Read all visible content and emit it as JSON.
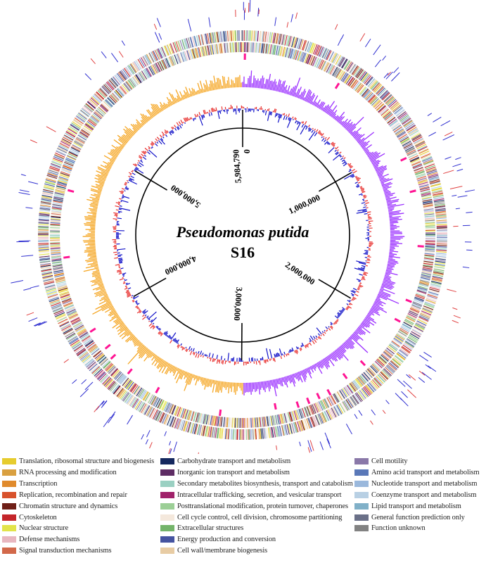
{
  "map": {
    "title_line1": "Pseudomonas putida",
    "title_line2": "S16",
    "genome_length": 5984790,
    "ticks": [
      {
        "position": 0,
        "label": "0"
      },
      {
        "position": 1000000,
        "label": "1,000,000"
      },
      {
        "position": 2000000,
        "label": "2,000,000"
      },
      {
        "position": 3000000,
        "label": "3,000,000"
      },
      {
        "position": 4000000,
        "label": "4,000,000"
      },
      {
        "position": 5000000,
        "label": "5,000,000"
      },
      {
        "position": 5984790,
        "label": "5,984,790"
      }
    ],
    "colors": {
      "gc_skew_positive": "#9b30ff",
      "gc_skew_negative": "#f5a623",
      "gc_content_positive": "#e8312f",
      "gc_content_negative": "#1010c8",
      "rna_marks": "#ff1493",
      "outer_marks_a": "#3030d0",
      "outer_marks_b": "#e04040"
    }
  },
  "legend": [
    {
      "label": "Translation, ribosomal structure and biogenesis",
      "color": "#e6cc2e"
    },
    {
      "label": "RNA processing and modification",
      "color": "#d9a040"
    },
    {
      "label": "Transcription",
      "color": "#e08a2c"
    },
    {
      "label": "Replication, recombination and repair",
      "color": "#d8522c"
    },
    {
      "label": "Chromatin structure and dynamics",
      "color": "#6e1e16"
    },
    {
      "label": "Cytoskeleton",
      "color": "#c4252a"
    },
    {
      "label": "Nuclear structure",
      "color": "#e2e44a"
    },
    {
      "label": "Defense mechanisms",
      "color": "#e8b7c0"
    },
    {
      "label": "Signal transduction mechanisms",
      "color": "#d2684a"
    },
    {
      "label": "Carbohydrate transport and metabolism",
      "color": "#14285e"
    },
    {
      "label": "Inorganic ion transport and metabolism",
      "color": "#5e2c64"
    },
    {
      "label": "Secondary metabolites biosynthesis, transport and catabolism",
      "color": "#9ad0c2"
    },
    {
      "label": "Intracellular trafficking, secretion, and vesicular transport",
      "color": "#a0226a"
    },
    {
      "label": "Posttranslational modification, protein turnover, chaperones",
      "color": "#9ccf96"
    },
    {
      "label": "Cell cycle control, cell division, chromosome partitioning",
      "color": "#f4e8dc"
    },
    {
      "label": "Extracellular structures",
      "color": "#74b46a"
    },
    {
      "label": "Energy production and conversion",
      "color": "#4654a0"
    },
    {
      "label": "Cell wall/membrane biogenesis",
      "color": "#e8cca4"
    },
    {
      "label": "Cell motility",
      "color": "#8a78a8"
    },
    {
      "label": "Amino acid transport and metabolism",
      "color": "#5a78b8"
    },
    {
      "label": "Nucleotide transport and metabolism",
      "color": "#9ab8dc"
    },
    {
      "label": "Coenzyme transport and metabolism",
      "color": "#b8d0e4"
    },
    {
      "label": "Lipid transport and metabolism",
      "color": "#80b0c8"
    },
    {
      "label": "General function prediction only",
      "color": "#6a7088"
    },
    {
      "label": "Function unknown",
      "color": "#828282"
    }
  ]
}
